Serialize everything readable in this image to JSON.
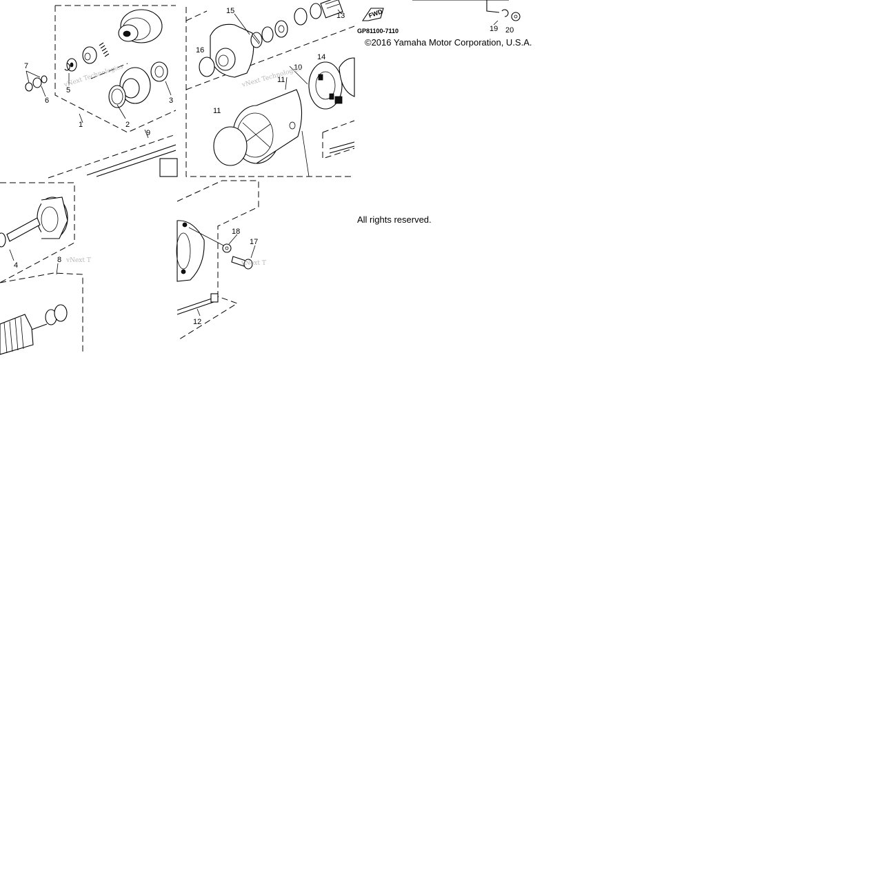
{
  "copyright": "©2016 Yamaha Motor Corporation, U.S.A.",
  "rights": "All rights reserved.",
  "diagram_code": "GP81100-7110",
  "fwd_label": "FWD",
  "watermark": "vNext Technologies",
  "watermark_short": "vNext T",
  "callouts": {
    "c1": "1",
    "c2": "2",
    "c3": "3",
    "c4": "4",
    "c5": "5",
    "c6": "6",
    "c7": "7",
    "c8": "8",
    "c9": "9",
    "c10": "10",
    "c11": "11",
    "c12": "12",
    "c13": "13",
    "c14": "14",
    "c15": "15",
    "c16": "16",
    "c17": "17",
    "c18": "18",
    "c19": "19",
    "c20": "20"
  }
}
